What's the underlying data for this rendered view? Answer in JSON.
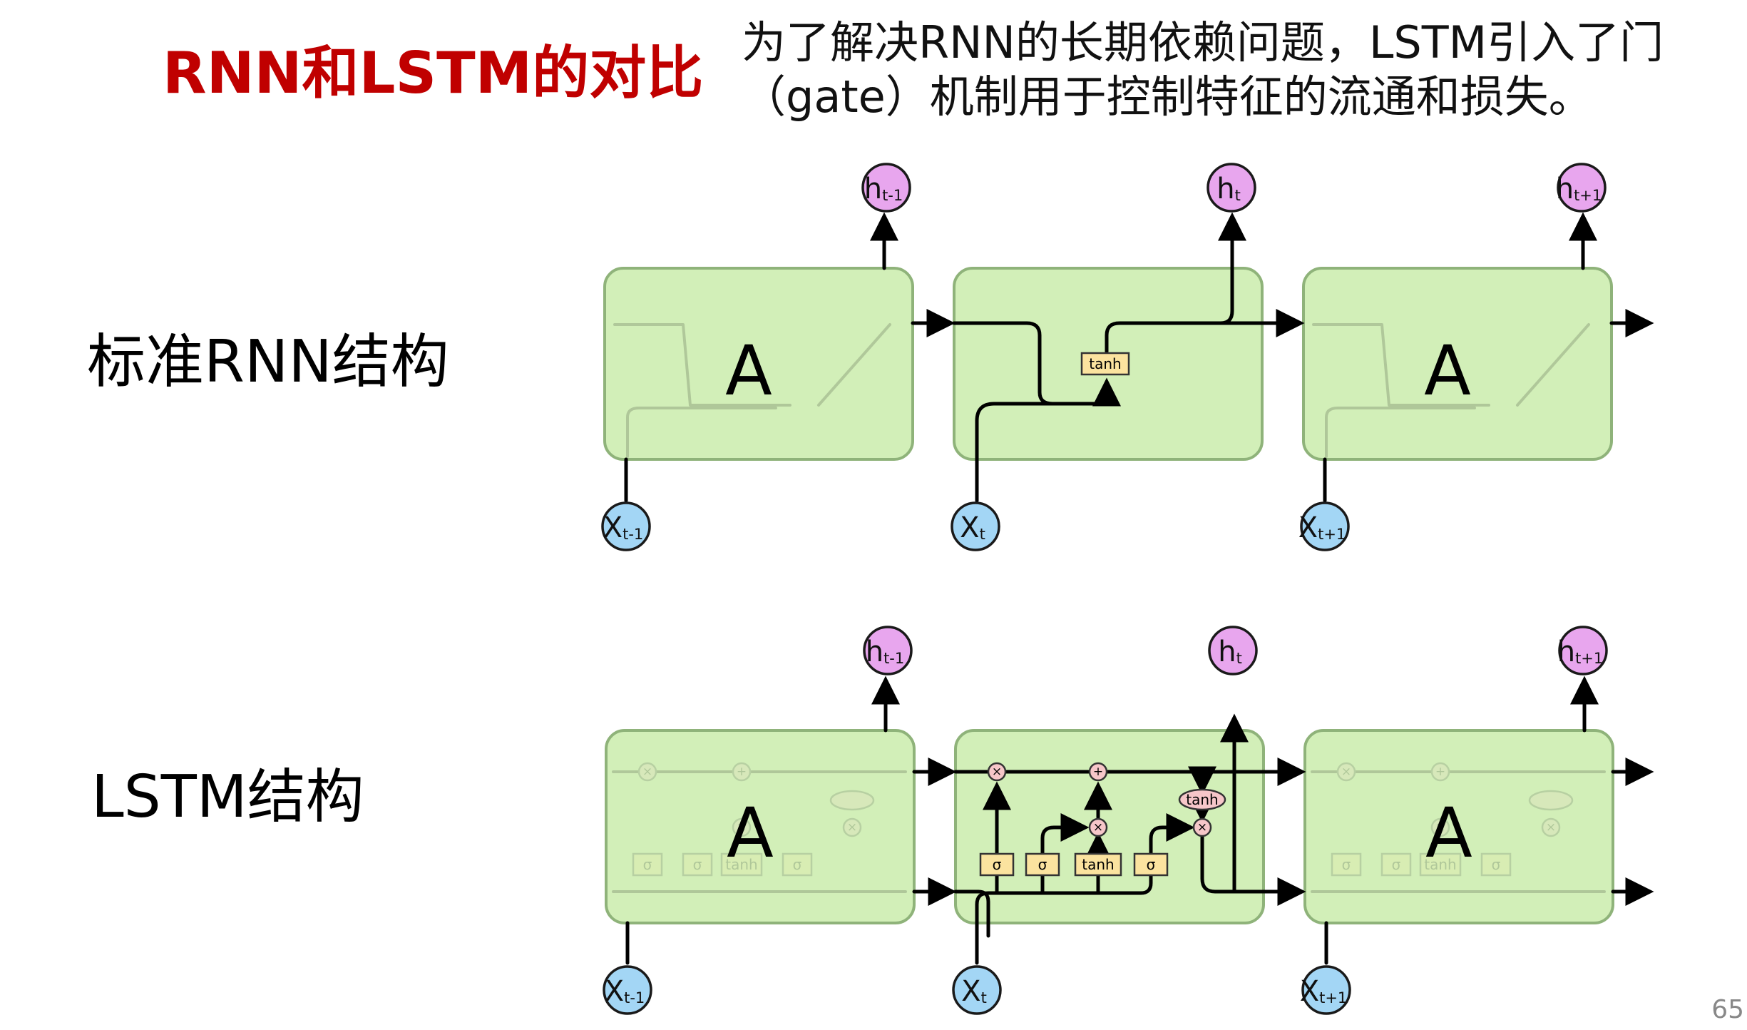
{
  "title": "RNN和LSTM的对比",
  "intro": {
    "line1": "为了解决RNN的长期依赖问题，LSTM引入了门",
    "line2": "（gate）机制用于控制特征的流通和损失。"
  },
  "rows": {
    "rnn_label": "标准RNN结构",
    "lstm_label": "LSTM结构"
  },
  "cell_label": "A",
  "nodes": {
    "h": "h",
    "x": "X",
    "sub_prev": "t-1",
    "sub_cur": "t",
    "sub_next": "t+1"
  },
  "ops": {
    "tanh": "tanh",
    "sigma": "σ",
    "times": "×",
    "plus": "+"
  },
  "colors": {
    "title": "#c00000",
    "cell_fill": "#d2efb8",
    "cell_stroke": "#8fb37a",
    "h_node": "#e8a6ee",
    "x_node": "#a3d6f5",
    "gate_box": "#fbe39f",
    "op_node": "#f6c6c9"
  },
  "page_number": "65"
}
